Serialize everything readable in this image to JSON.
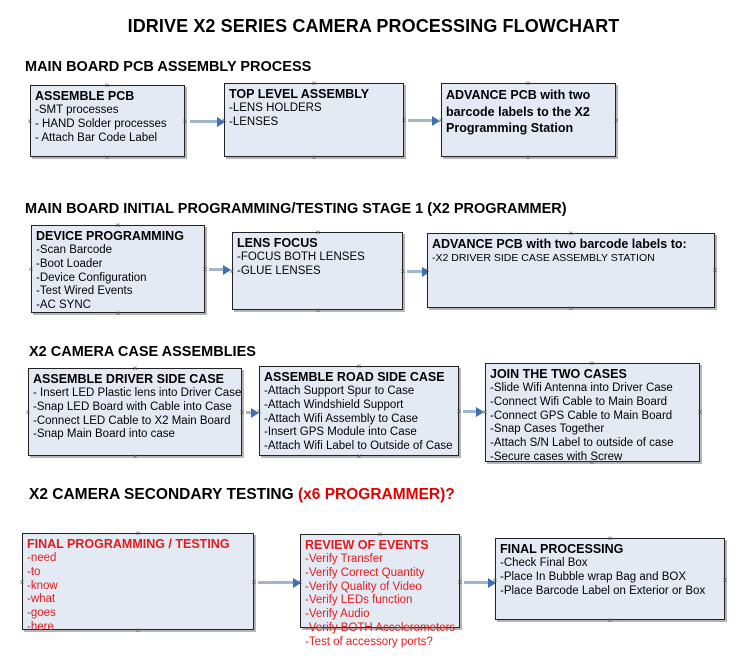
{
  "page": {
    "title": "IDRIVE X2  SERIES CAMERA PROCESSING FLOWCHART",
    "accent_red": "#e51b1b",
    "node_fill": "#e3eaf4",
    "node_border": "#222222",
    "arrow_color": "#9fb6cc",
    "arrowhead_color": "#3f6fb5"
  },
  "sections": [
    {
      "id": "main-board-pcb-assembly-process",
      "header": "MAIN BOARD PCB ASSEMBLY PROCESS",
      "header_red": "",
      "nodes": [
        {
          "id": "assemble-pcb",
          "title": "ASSEMBLE PCB",
          "lines": [
            "-SMT processes",
            "- HAND Solder processes",
            "- Attach Bar Code Label"
          ]
        },
        {
          "id": "top-level-assembly",
          "title": "TOP LEVEL ASSEMBLY",
          "lines": [
            "-LENS HOLDERS",
            "-LENSES"
          ]
        },
        {
          "id": "advance-pcb-to-programming-station",
          "title": "ADVANCE PCB with two barcode labels to the  X2 Programming Station",
          "lines": []
        }
      ]
    },
    {
      "id": "main-board-initial-programming-testing-stage-1",
      "header": "MAIN BOARD INITIAL PROGRAMMING/TESTING STAGE 1 (X2 PROGRAMMER)",
      "header_red": "",
      "nodes": [
        {
          "id": "device-programming",
          "title": "DEVICE PROGRAMMING",
          "lines": [
            "-Scan Barcode",
            "-Boot Loader",
            "-Device Configuration",
            "-Test Wired Events",
            "-AC SYNC"
          ]
        },
        {
          "id": "lens-focus",
          "title": "LENS FOCUS",
          "lines": [
            "-FOCUS BOTH LENSES",
            "-GLUE LENSES"
          ]
        },
        {
          "id": "advance-pcb-to-driver-side-case-assembly",
          "title": "ADVANCE PCB with two barcode labels to:",
          "lines": [
            "-X2 DRIVER  SIDE  CASE  ASSEMBLY STATION"
          ]
        }
      ]
    },
    {
      "id": "x2-camera-case-assemblies",
      "header": "X2 CAMERA CASE ASSEMBLIES",
      "header_red": "",
      "nodes": [
        {
          "id": "assemble-driver-side-case",
          "title": "ASSEMBLE DRIVER SIDE CASE",
          "lines": [
            "- Insert LED Plastic lens into Driver Case",
            "-Snap LED Board with Cable into Case",
            "-Connect LED Cable to X2 Main Board",
            "-Snap Main Board into case"
          ]
        },
        {
          "id": "assemble-road-side-case",
          "title": "ASSEMBLE ROAD SIDE CASE",
          "lines": [
            "-Attach Support Spur to Case",
            "-Attach Windshield Support",
            "-Attach Wifi Assembly to Case",
            "-Insert GPS Module into Case",
            "-Attach Wifi Label to Outside of Case"
          ]
        },
        {
          "id": "join-the-two-cases",
          "title": "JOIN THE TWO CASES",
          "lines": [
            "-Slide Wifi Antenna into Driver Case",
            "-Connect Wifi Cable to Main Board",
            "-Connect GPS Cable to Main Board",
            "-Snap Cases Together",
            "-Attach S/N Label to outside of case",
            "-Secure cases with Screw"
          ]
        }
      ]
    },
    {
      "id": "x2-camera-secondary-testing",
      "header": "X2 CAMERA SECONDARY TESTING ",
      "header_red": "(x6 PROGRAMMER)?",
      "nodes": [
        {
          "id": "final-programming-testing",
          "title": "FINAL PROGRAMMING / TESTING",
          "lines": [
            "-need",
            "-to",
            "-know",
            "-what",
            "-goes",
            "-here"
          ]
        },
        {
          "id": "review-of-events",
          "title": "REVIEW OF EVENTS",
          "lines": [
            "-Verify Transfer",
            "-Verify Correct Quantity",
            "-Verify Quality of Video",
            "-Verify LEDs function",
            "-Verify Audio",
            "-Verify BOTH Accelerometers",
            "-Test of accessory ports?"
          ]
        },
        {
          "id": "final-processing",
          "title": "FINAL PROCESSING",
          "lines": [
            " -Check Final Box",
            "-Place In Bubble wrap Bag and BOX",
            "-Place Barcode Label on Exterior or Box"
          ]
        }
      ]
    }
  ]
}
